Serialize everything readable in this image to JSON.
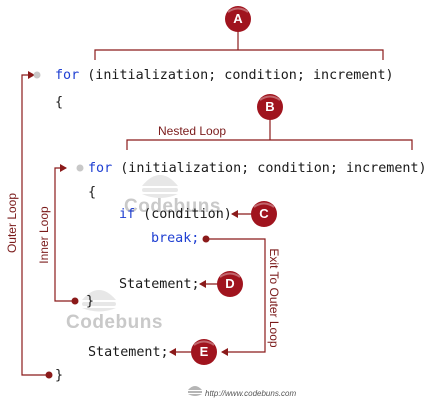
{
  "colors": {
    "arrow": "#8b1a1a",
    "badge": "#a0141e",
    "keyword": "#1f3fd2",
    "dot": "#c8c8c8"
  },
  "code": {
    "outer_for_keyword": "for",
    "outer_for_rest": " (initialization; condition; increment)",
    "outer_open_brace": "{",
    "inner_for_keyword": "for",
    "inner_for_rest": " (initialization; condition; increment)",
    "inner_open_brace": "{",
    "if_keyword": "if",
    "if_rest": " (condition)",
    "break_text": "break;",
    "inner_statement": "Statement;",
    "inner_close_brace": "}",
    "outer_statement": "Statement;",
    "outer_close_brace": "}"
  },
  "labels": {
    "outer_loop": "Outer Loop",
    "inner_loop": "Inner Loop",
    "nested_loop": "Nested Loop",
    "exit_to_outer_loop": "Exit To Outer Loop"
  },
  "badges": [
    "A",
    "B",
    "C",
    "D",
    "E"
  ],
  "watermark": {
    "text": "Codebuns",
    "icon": "burger-icon"
  },
  "footer": {
    "url": "http://www.codebuns.com",
    "icon": "codebuns-logo-icon"
  }
}
